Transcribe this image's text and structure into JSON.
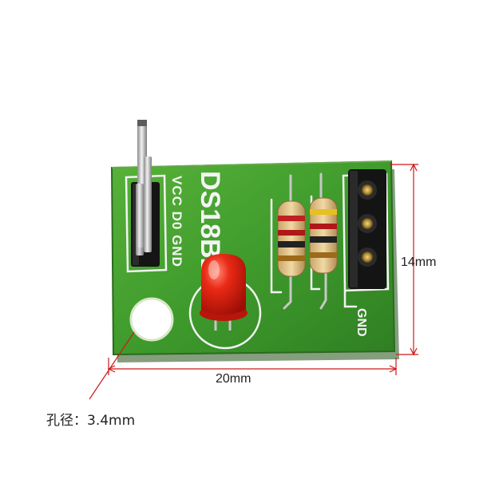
{
  "board": {
    "title_text": "DS18B2",
    "header_pins_text": "VCC D0 GND",
    "socket_label": "GND",
    "pcb_color": "#3f9b2c",
    "silkscreen_color": "#ffffff"
  },
  "dimensions": {
    "height_label": "14mm",
    "width_label": "20mm",
    "hole_label": "孔径：3.4mm",
    "line_color": "#d01818"
  }
}
